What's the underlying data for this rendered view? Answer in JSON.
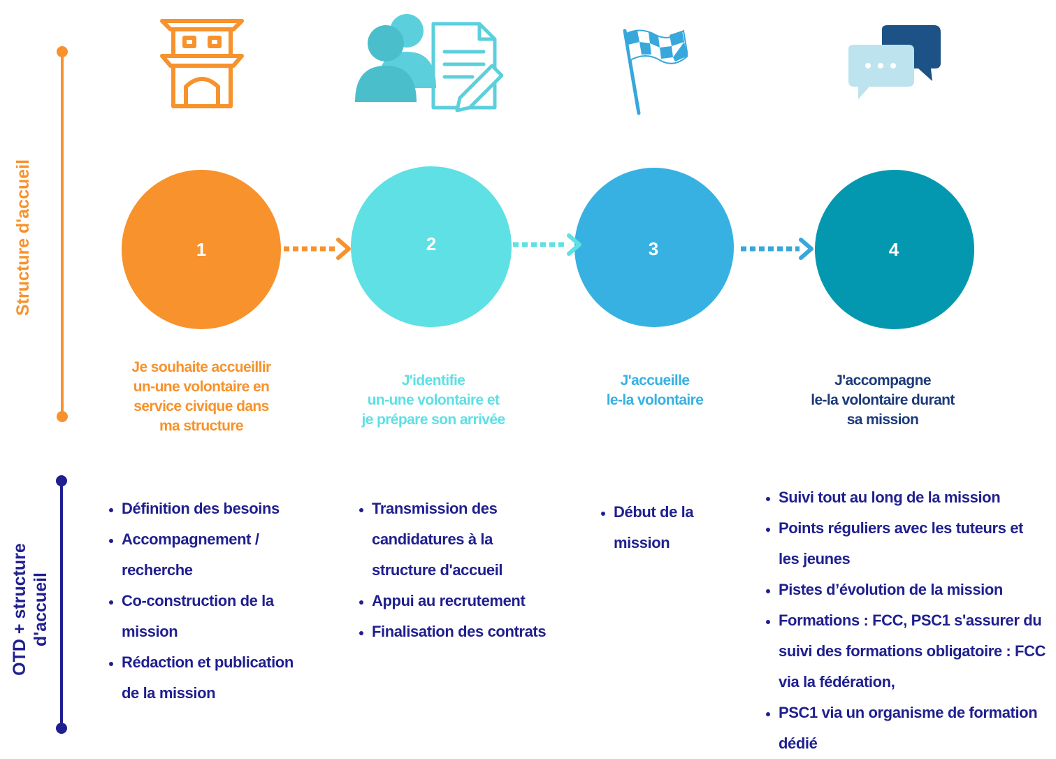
{
  "side_labels": {
    "top": "Structure d'accueil",
    "bottom_line1": "OTD + structure",
    "bottom_line2": "d'accueil"
  },
  "steps": [
    {
      "number": "1",
      "caption": [
        "Je souhaite accueillir",
        "un-une volontaire en",
        "service civique dans",
        "ma structure"
      ],
      "color": "#f7922c",
      "icon": "building-gate-icon"
    },
    {
      "number": "2",
      "caption": [
        "J'identifie",
        "un-une volontaire et",
        "je prépare son arrivée"
      ],
      "color": "#5ee0e4",
      "icon": "people-document-icon"
    },
    {
      "number": "3",
      "caption": [
        "J'accueille",
        "le-la volontaire"
      ],
      "color": "#37b1e2",
      "icon": "checkered-flag-icon"
    },
    {
      "number": "4",
      "caption": [
        "J'accompagne",
        "le-la volontaire durant",
        "sa mission"
      ],
      "color": "#0498b0",
      "icon": "chat-bubbles-icon"
    }
  ],
  "lists": [
    [
      "Définition des besoins",
      "Accompagnement /\nrecherche",
      "Co-construction de la\nmission",
      "Rédaction et publication\nde la mission"
    ],
    [
      "Transmission des\ncandidatures à la\nstructure d'accueil",
      "Appui au recrutement",
      "Finalisation des contrats"
    ],
    [
      "Début de la\nmission"
    ],
    [
      "Suivi tout au long de la mission",
      "Points réguliers avec les tuteurs et\nles jeunes",
      "Pistes d’évolution de la mission",
      "Formations : FCC, PSC1  s'assurer du\nsuivi des formations obligatoire : FCC\nvia la fédération,",
      "PSC1 via un organisme de formation\ndédié"
    ]
  ],
  "colors": {
    "orange": "#f7922c",
    "navy": "#1f1f8f",
    "turquoise": "#5ee0e4",
    "sky": "#37b1e2",
    "teal": "#0498b0",
    "caption4": "#1c3a7a"
  }
}
